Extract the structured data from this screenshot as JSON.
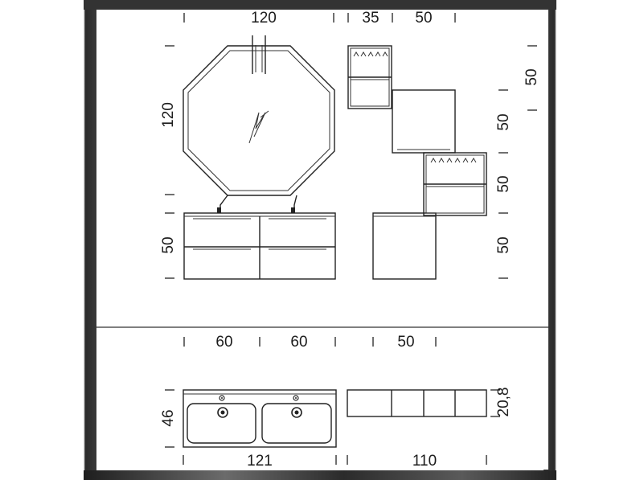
{
  "elevation": {
    "mirror_width": "120",
    "mirror_height": "120",
    "shelf_width_small": "35",
    "shelf_width": "50",
    "unit_height_1": "50",
    "unit_height_2": "50",
    "unit_height_3": "50",
    "unit_height_4": "50",
    "base_height": "50"
  },
  "plan": {
    "basin_width_left": "60",
    "basin_width_right": "60",
    "cabinet_width": "50",
    "basin_depth": "46",
    "shelf_depth": "20,8",
    "vanity_total_width": "121",
    "shelf_total_width": "110"
  },
  "colors": {
    "line": "#222222",
    "frame": "#2a2a2a"
  }
}
